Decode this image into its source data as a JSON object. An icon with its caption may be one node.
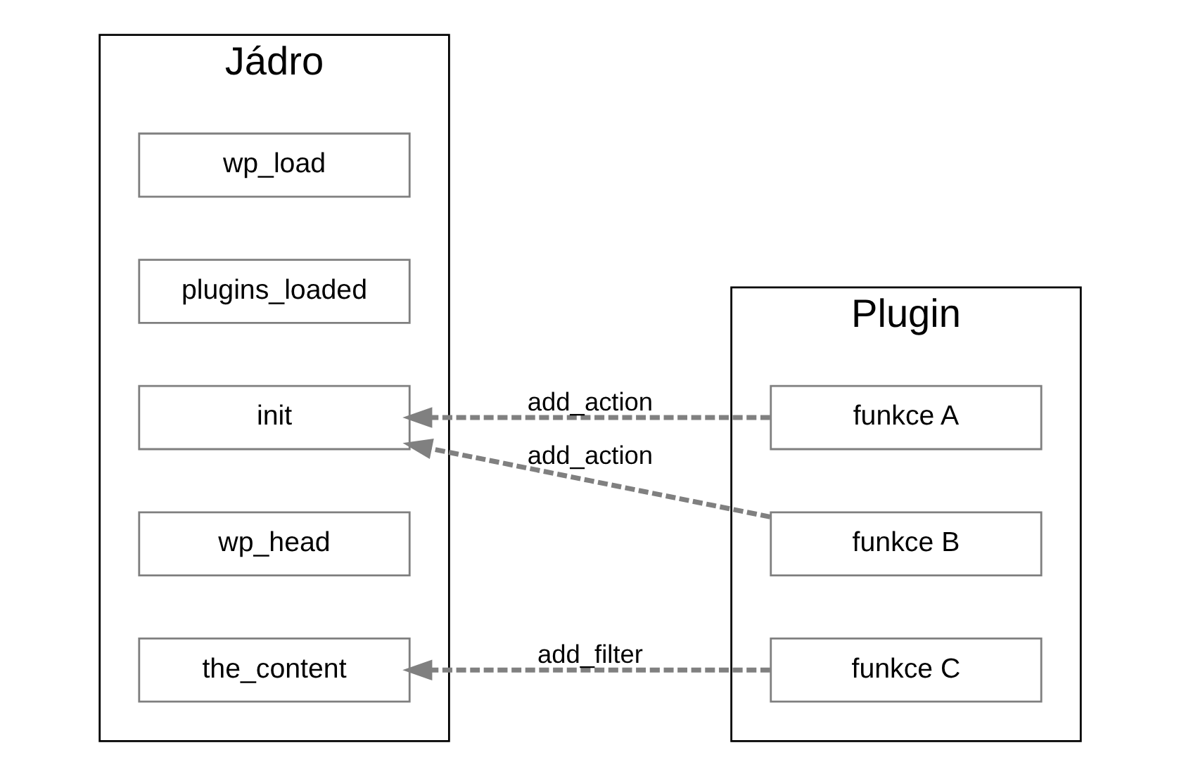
{
  "diagram": {
    "nodes": [
      {
        "text": [
          "Jádro"
        ]
      },
      {
        "text": [
          "wp_load"
        ],
        "in": 0
      },
      {
        "text": [
          "plugins_loaded"
        ],
        "in": 0
      },
      {
        "text": [
          "init"
        ],
        "in": 0
      },
      {
        "text": [
          "wp_head"
        ],
        "in": 0
      },
      {
        "text": [
          "the_content"
        ],
        "in": 0
      },
      {
        "text": [
          "Plugin"
        ]
      },
      {
        "text": [
          "funkce A"
        ],
        "in": 6
      },
      {
        "text": [
          "funkce B"
        ],
        "in": 6
      },
      {
        "text": [
          "funkce C"
        ],
        "in": 6
      }
    ],
    "edges": [
      {
        "from": 7,
        "to": 3,
        "arrow": "to",
        "label": "add_action",
        "style": "dashed"
      },
      {
        "from": 8,
        "to": 3,
        "arrow": "to",
        "label": "add_action",
        "style": "dashed"
      },
      {
        "from": 9,
        "to": 5,
        "arrow": "to",
        "label": "add_filter",
        "style": "dashed"
      }
    ]
  }
}
